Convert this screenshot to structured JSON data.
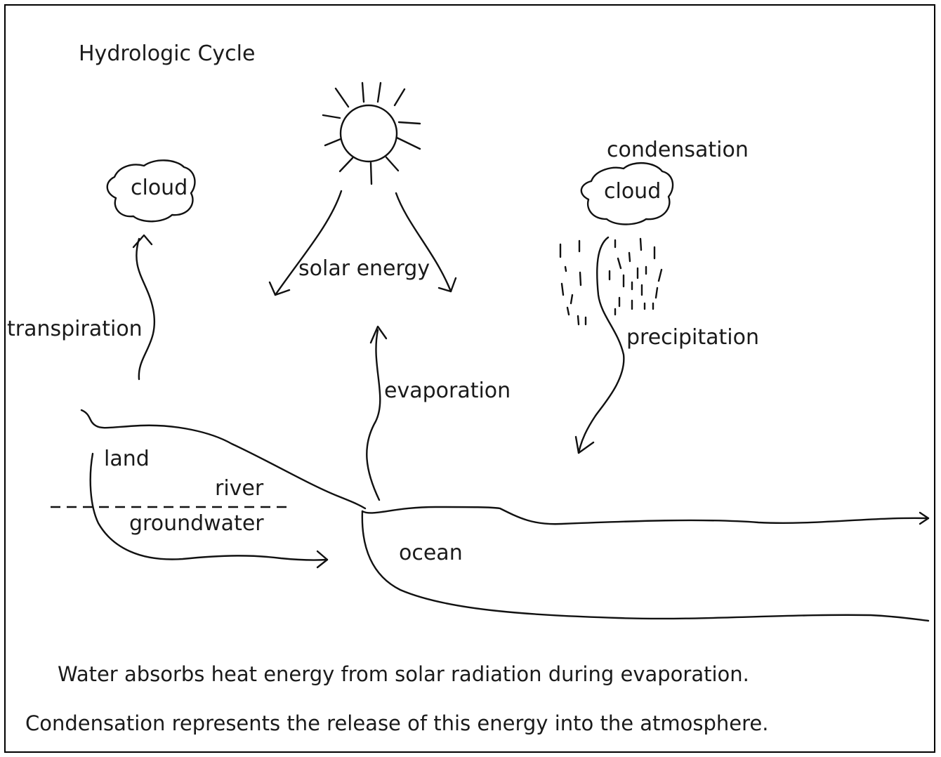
{
  "title": "Hydrologic Cycle",
  "labels": {
    "cloud_left": "cloud",
    "cloud_right": "cloud",
    "condensation": "condensation",
    "solar_energy": "solar energy",
    "transpiration": "transpiration",
    "evaporation": "evaporation",
    "precipitation": "precipitation",
    "land": "land",
    "river": "river",
    "groundwater": "groundwater",
    "ocean": "ocean"
  },
  "caption": {
    "line1": "Water absorbs heat energy from solar radiation during evaporation.",
    "line2": "Condensation represents the release of this energy into the atmosphere."
  },
  "colors": {
    "ink": "#111111",
    "background": "#ffffff"
  }
}
